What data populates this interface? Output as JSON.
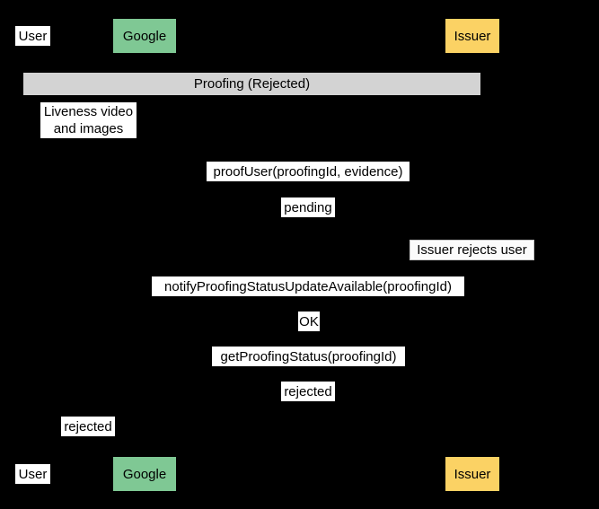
{
  "diagram": {
    "type": "sequence-diagram",
    "title": "Proofing (Rejected)",
    "background_color": "#000000",
    "colors": {
      "google": "#7fc894",
      "issuer": "#fbd264",
      "group_bar": "#d3d3d3",
      "label_background": "#ffffff",
      "text": "#000000"
    },
    "participants": [
      {
        "id": "user",
        "label": "User",
        "style": "plain",
        "color": "#ffffff"
      },
      {
        "id": "google",
        "label": "Google",
        "style": "filled",
        "color": "#7fc894"
      },
      {
        "id": "issuer",
        "label": "Issuer",
        "style": "filled",
        "color": "#fbd264"
      }
    ],
    "group": {
      "label": "Proofing (Rejected)",
      "color": "#d3d3d3"
    },
    "messages": [
      {
        "index": 1,
        "text": "Liveness video and images",
        "lines": [
          "Liveness video",
          "and images"
        ],
        "from": "user",
        "to": "google",
        "kind": "note"
      },
      {
        "index": 2,
        "text": "proofUser(proofingId, evidence)",
        "from": "google",
        "to": "issuer",
        "kind": "call"
      },
      {
        "index": 3,
        "text": "pending",
        "from": "issuer",
        "to": "google",
        "kind": "return"
      },
      {
        "index": 4,
        "text": "Issuer rejects user",
        "from": "issuer",
        "to": "issuer",
        "kind": "self-note"
      },
      {
        "index": 5,
        "text": "notifyProofingStatusUpdateAvailable(proofingId)",
        "from": "issuer",
        "to": "google",
        "kind": "call"
      },
      {
        "index": 6,
        "text": "OK",
        "from": "google",
        "to": "issuer",
        "kind": "return"
      },
      {
        "index": 7,
        "text": "getProofingStatus(proofingId)",
        "from": "google",
        "to": "issuer",
        "kind": "call"
      },
      {
        "index": 8,
        "text": "rejected",
        "from": "issuer",
        "to": "google",
        "kind": "return"
      },
      {
        "index": 9,
        "text": "rejected",
        "from": "google",
        "to": "user",
        "kind": "return"
      }
    ],
    "footer_participants": [
      {
        "id": "user",
        "label": "User",
        "style": "plain",
        "color": "#ffffff"
      },
      {
        "id": "google",
        "label": "Google",
        "style": "filled",
        "color": "#7fc894"
      },
      {
        "id": "issuer",
        "label": "Issuer",
        "style": "filled",
        "color": "#fbd264"
      }
    ]
  }
}
